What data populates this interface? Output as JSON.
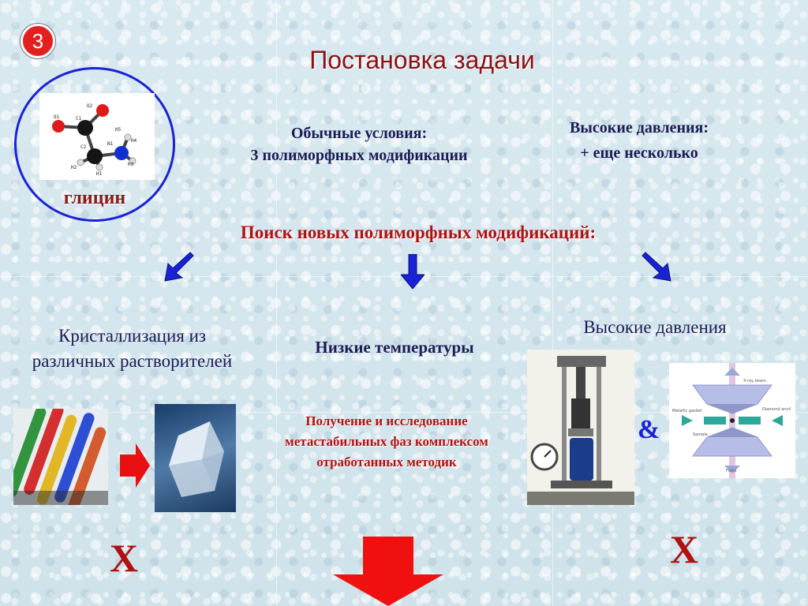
{
  "slide": {
    "number": "3",
    "title": "Постановка задачи"
  },
  "glycine": {
    "label": "глицин",
    "atoms": [
      "O1",
      "O2",
      "C1",
      "C2",
      "H5",
      "H4",
      "N1",
      "H3",
      "H2",
      "H1"
    ]
  },
  "normal_conditions": {
    "line1": "Обычные условия:",
    "line2": "3 полиморфных модификации"
  },
  "high_pressure_top": {
    "line1": "Высокие давления:",
    "line2": "+ еще несколько"
  },
  "search_heading": "Поиск новых полиморфных модификаций:",
  "branches": {
    "crystallization": {
      "line1": "Кристаллизация из",
      "line2": "различных растворителей",
      "result": "Х"
    },
    "low_temperature": {
      "label": "Низкие температуры",
      "methods_line1": "Получение и исследование",
      "methods_line2": "метастабильных фаз комплексом",
      "methods_line3": "отработанных методик"
    },
    "high_pressure": {
      "label": "Высокие давления",
      "connector": "&",
      "result": "Х",
      "diagram_labels": [
        "X-ray beam",
        "Metallic gasket",
        "Diamond anvil",
        "Sample",
        "Force"
      ]
    }
  },
  "colors": {
    "title": "#8b1212",
    "accent_red": "#e41f1f",
    "arrow_blue": "#1a22d6",
    "text_navy": "#1b1b55",
    "heading_red": "#b01212"
  }
}
